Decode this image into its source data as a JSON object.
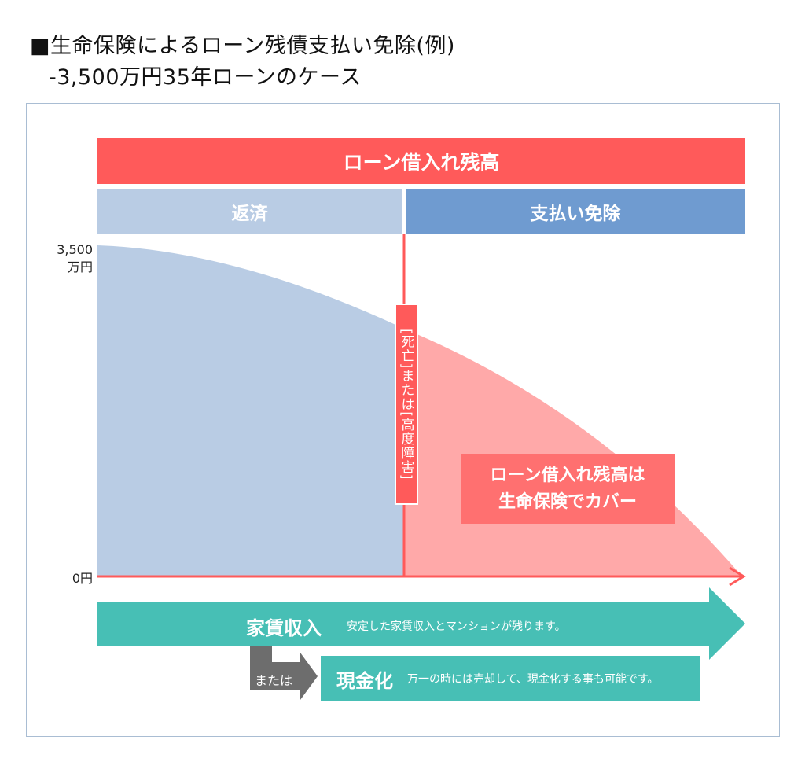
{
  "header": {
    "title_line1": "■生命保険によるローン残債支払い免除(例)",
    "title_line2": "-3,500万円35年ローンのケース"
  },
  "diagram": {
    "loan_bar_label": "ローン借入れ残高",
    "repay_label": "返済",
    "waiver_label": "支払い免除",
    "y_max_line1": "3,500",
    "y_max_line2": "万円",
    "y_zero": "0円",
    "event_label": "[死亡]または[高度障害]",
    "cover_line1": "ローン借入れ残高は",
    "cover_line2": "生命保険でカバー",
    "rent_title": "家賃収入",
    "rent_desc": "安定した家賃収入とマンションが残ります。",
    "or_label": "または",
    "cash_title": "現金化",
    "cash_desc": "万一の時には売却して、現金化する事も可能です。"
  },
  "colors": {
    "loan_red": "#ff5a5a",
    "repay_blue": "#b9cce4",
    "waiver_blue": "#6f9bd0",
    "teal": "#47bfb5",
    "gray": "#6d6d6d"
  }
}
